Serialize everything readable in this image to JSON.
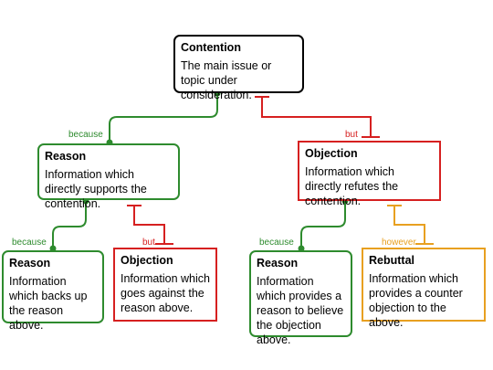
{
  "colors": {
    "contention": "#000000",
    "reason": "#2e8b2e",
    "objection": "#d62020",
    "rebuttal": "#e8a020"
  },
  "nodes": {
    "contention": {
      "title": "Contention",
      "body": "The main issue or topic under consideration."
    },
    "reason_top": {
      "title": "Reason",
      "body": "Information which directly supports the contention."
    },
    "objection_top": {
      "title": "Objection",
      "body": "Information which directly refutes the contention."
    },
    "reason_1": {
      "title": "Reason",
      "body": "Information which backs up the reason above."
    },
    "objection_1": {
      "title": "Objection",
      "body": "Information which goes against the reason above."
    },
    "reason_2": {
      "title": "Reason",
      "body": "Information which provides a reason to believe the objection above."
    },
    "rebuttal_1": {
      "title": "Rebuttal",
      "body": "Information which provides a counter objection to the above."
    }
  },
  "links": {
    "because_top": "because",
    "but_top": "but",
    "because_left": "because",
    "but_left": "but",
    "because_right": "because",
    "however_right": "however"
  }
}
